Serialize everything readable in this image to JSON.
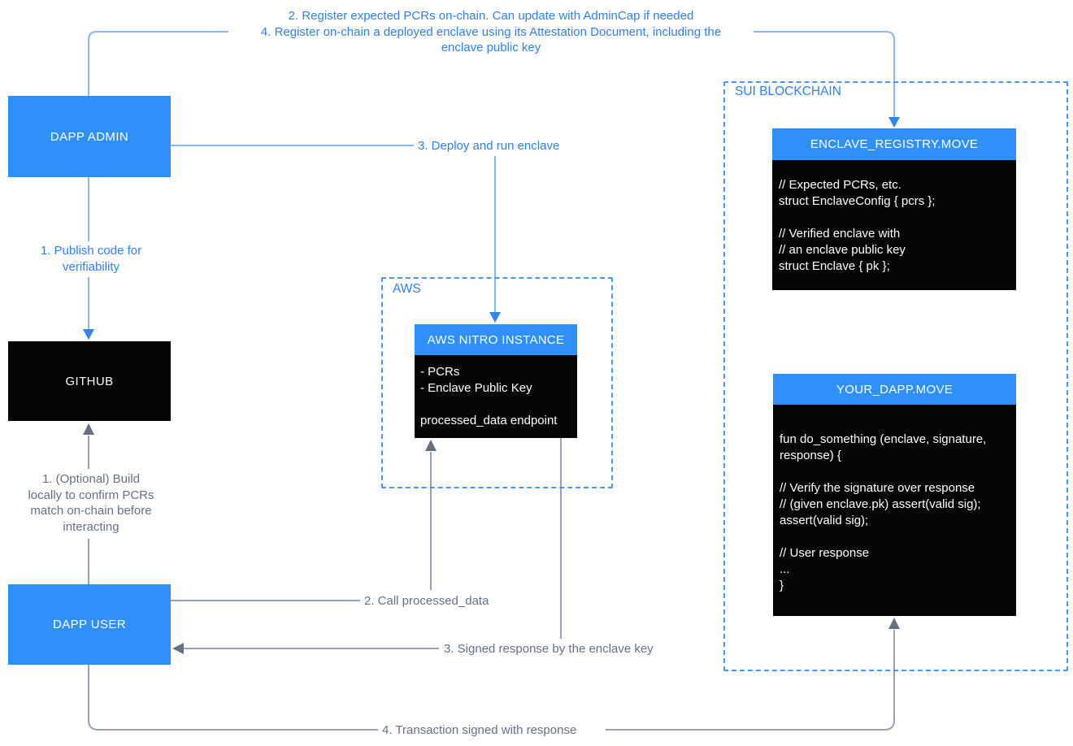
{
  "colors": {
    "node_blue": "#2E90F8",
    "label_blue": "#2F80F0",
    "line_blue": "#8AB5F6",
    "arrow_blue": "#2E86F3",
    "dash_blue": "#4897F8",
    "label_gray": "#667085",
    "line_gray": "#98A2B3",
    "arrow_gray": "#667085",
    "box_black": "#050505"
  },
  "top_note": {
    "line1": "2. Register expected PCRs on-chain. Can update with AdminCap if needed",
    "line2": "4. Register on-chain a deployed enclave using its Attestation Document, including the",
    "line3": "enclave public key"
  },
  "nodes": {
    "dapp_admin": {
      "label": "DAPP ADMIN"
    },
    "github": {
      "label": "GITHUB"
    },
    "dapp_user": {
      "label": "DAPP USER"
    },
    "aws_group": {
      "label": "AWS"
    },
    "aws_nitro": {
      "title": "AWS NITRO INSTANCE",
      "lines": [
        "- PCRs",
        "- Enclave Public Key",
        "",
        "processed_data endpoint"
      ]
    },
    "sui_group": {
      "label": "SUI BLOCKCHAIN"
    },
    "enclave_registry": {
      "title": "ENCLAVE_REGISTRY.MOVE",
      "lines": [
        "// Expected PCRs, etc.",
        "struct EnclaveConfig { pcrs };",
        "",
        "// Verified enclave with",
        "// an enclave public key",
        "struct Enclave { pk };"
      ]
    },
    "your_dapp": {
      "title": "YOUR_DAPP.MOVE",
      "lines": [
        "fun do_something (enclave, signature,",
        "response) {",
        "",
        "// Verify the signature over response",
        "// (given enclave.pk) assert(valid sig);",
        "assert(valid sig);",
        "",
        "// User response",
        "...",
        "}"
      ]
    }
  },
  "edges": {
    "publish": {
      "line1": "1. Publish code for",
      "line2": "verifiability"
    },
    "deploy": {
      "label": "3. Deploy and run enclave"
    },
    "optional_build": {
      "line1": "1. (Optional) Build",
      "line2": "locally to confirm PCRs",
      "line3": "match on-chain before",
      "line4": "interacting"
    },
    "call": {
      "label": "2. Call processed_data"
    },
    "signed_response": {
      "label": "3. Signed response by the enclave key"
    },
    "transaction": {
      "label": "4. Transaction signed with response"
    }
  }
}
